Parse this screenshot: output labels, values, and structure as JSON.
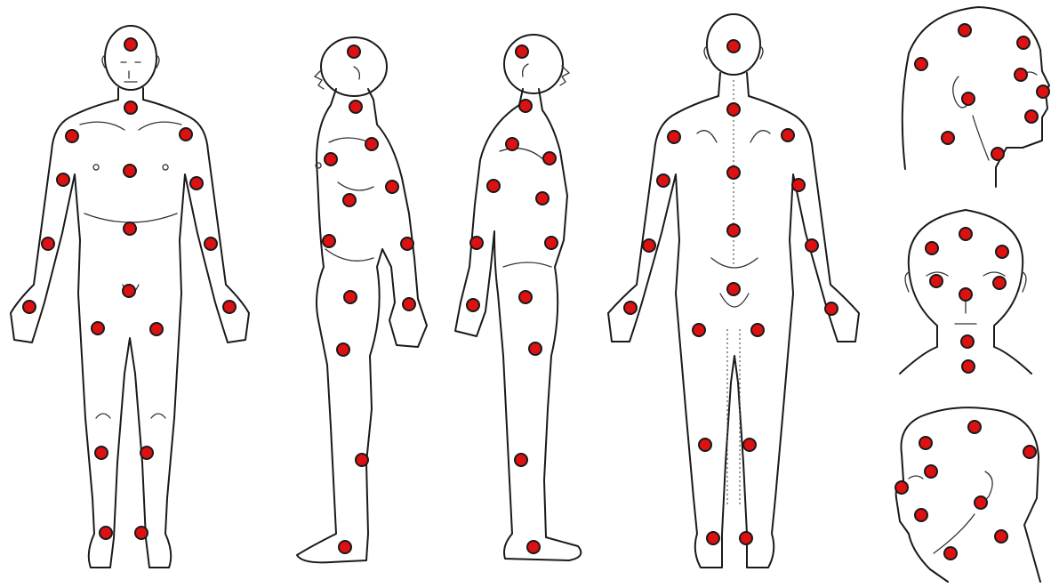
{
  "figures": [
    {
      "name": "front-body"
    },
    {
      "name": "side-body-muscled"
    },
    {
      "name": "side-body-sketch"
    },
    {
      "name": "back-body"
    },
    {
      "name": "head-side-right"
    },
    {
      "name": "head-front"
    },
    {
      "name": "head-side-left"
    }
  ],
  "colors": {
    "point_fill": "#dd1111",
    "point_stroke": "#1a1a1a",
    "line": "#1a1a1a",
    "background": "#ffffff"
  },
  "point_count": 90
}
